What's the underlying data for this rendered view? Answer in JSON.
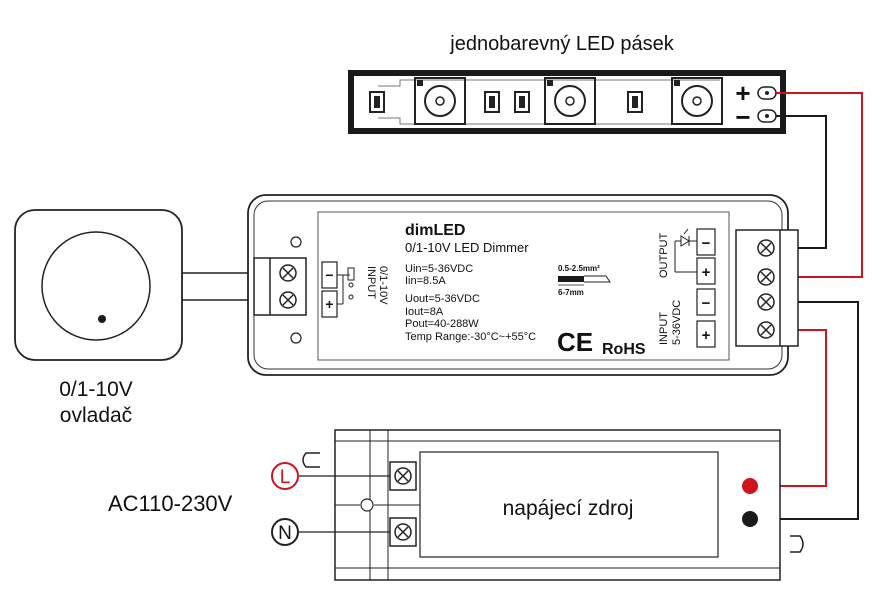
{
  "strip": {
    "title": "jednobarevný LED pásek",
    "plus": "+",
    "minus": "−"
  },
  "dimmer": {
    "brand": "dimLED",
    "model": "0/1-10V LED Dimmer",
    "uin": "Uin=5-36VDC",
    "iin": "Iin=8.5A",
    "uout": "Uout=5-36VDC",
    "iout": "Iout=8A",
    "pout": "Pout=40-288W",
    "temp": "Temp Range:-30°C~+55°C",
    "wire_gauge": "0.5-2.5mm²",
    "strip_len": "6-7mm",
    "ce": "CE",
    "rohs": "RoHS",
    "input_left": "INPUT",
    "input_left_range": "0/1-10V",
    "output_label": "OUTPUT",
    "input_right": "INPUT",
    "input_right_range": "5-36VDC",
    "minus_sign": "−",
    "plus_sign": "+"
  },
  "controller": {
    "line1": "0/1-10V",
    "line2": "ovladač"
  },
  "mains": {
    "label": "AC110-230V",
    "l": "L",
    "n": "N"
  },
  "psu": {
    "label": "napájecí zdroj"
  },
  "colors": {
    "red": "#d0141e",
    "black": "#1a1a1a"
  }
}
